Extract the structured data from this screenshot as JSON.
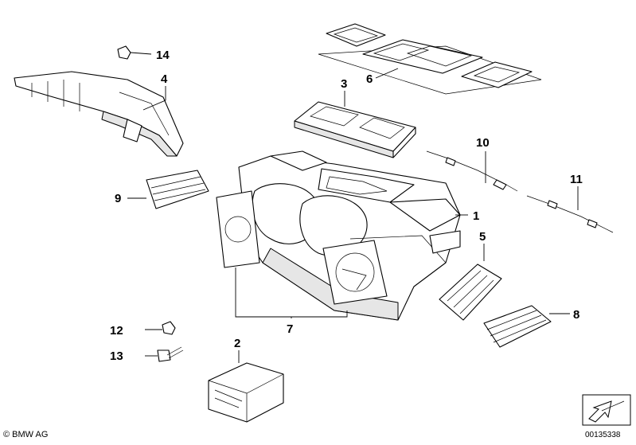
{
  "callouts": [
    "1",
    "2",
    "3",
    "4",
    "5",
    "6",
    "7",
    "8",
    "9",
    "10",
    "11",
    "12",
    "13",
    "14"
  ],
  "copyright": "© BMW AG",
  "document_number": "00135338"
}
